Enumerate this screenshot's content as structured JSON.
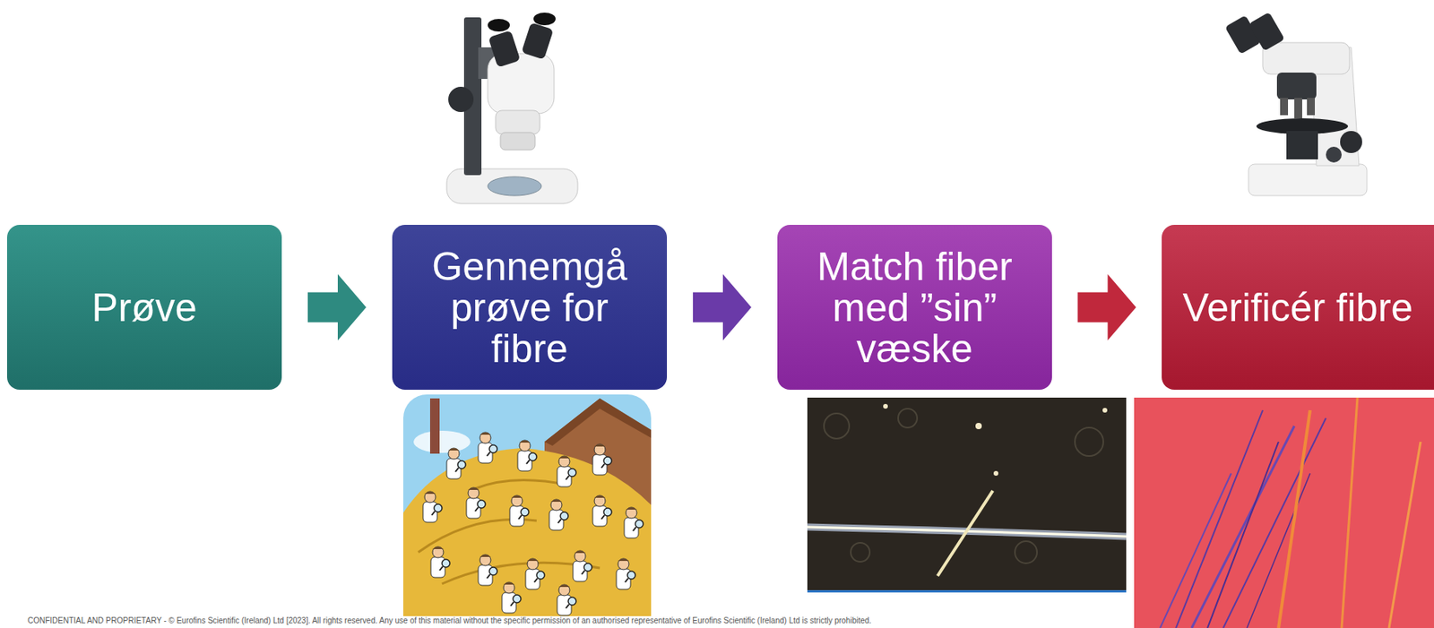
{
  "diagram": {
    "nodes": [
      {
        "text": [
          "Prøve"
        ]
      },
      {
        "text": [
          "Gennemgå prøve for fibre"
        ]
      },
      {
        "text": [
          "Match fiber med ”sin” væske"
        ]
      },
      {
        "text": [
          "Verificér fibre"
        ]
      }
    ],
    "edges": [
      {
        "from": 0,
        "to": 1,
        "arrow": "to"
      },
      {
        "from": 1,
        "to": 2,
        "arrow": "to"
      },
      {
        "from": 2,
        "to": 3,
        "arrow": "to"
      }
    ],
    "labels": [
      "CONFIDENTIAL AND PROPRIETARY - © Eurofins Scientific (Ireland) Ltd [2023]. All rights reserved. Any use of this material without the specific permission of an authorised representative of Eurofins Scientific (Ireland) Ltd is strictly prohibited."
    ]
  }
}
